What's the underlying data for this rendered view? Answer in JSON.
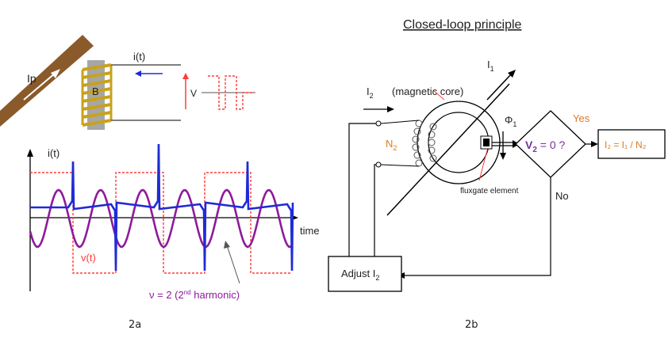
{
  "fig_a": {
    "caption": "2a",
    "ip_label": "Ip",
    "b_label": "B",
    "i_label": "i(t)",
    "v_label": "V",
    "plot_i_label": "i(t)",
    "time_label": "time",
    "v_t_label": "v(t)",
    "harmonic_label": "ν = 2  (2",
    "harmonic_sup": "nd",
    "harmonic_tail": " harmonic)"
  },
  "fig_b": {
    "caption": "2b",
    "title": "Closed-loop principle",
    "i1_label": "I",
    "i1_sub": "1",
    "i2_label": "I",
    "i2_sub": "2",
    "core_label": "(magnetic core)",
    "n2_label": "N",
    "n2_sub": "2",
    "phi_label": "Φ",
    "phi_sub": "1",
    "decision_text": "V",
    "decision_sub": "2",
    "decision_tail": " = 0 ?",
    "yes_label": "Yes",
    "no_label": "No",
    "result_text": "I₂ = I₁ / N₂",
    "fluxgate_label": "fluxgate element",
    "adjust_text": "Adjust I",
    "adjust_sub": "2"
  },
  "colors": {
    "conductor": "#8a5a2b",
    "coil": "#c8a21c",
    "core_gray": "#a6a6a6",
    "current_blue": "#1f2bd6",
    "voltage_red": "#ff3b3b",
    "harmonic_purple": "#8e1a9b",
    "label_orange": "#e07a1f",
    "decision_purple": "#7a2fa0"
  }
}
